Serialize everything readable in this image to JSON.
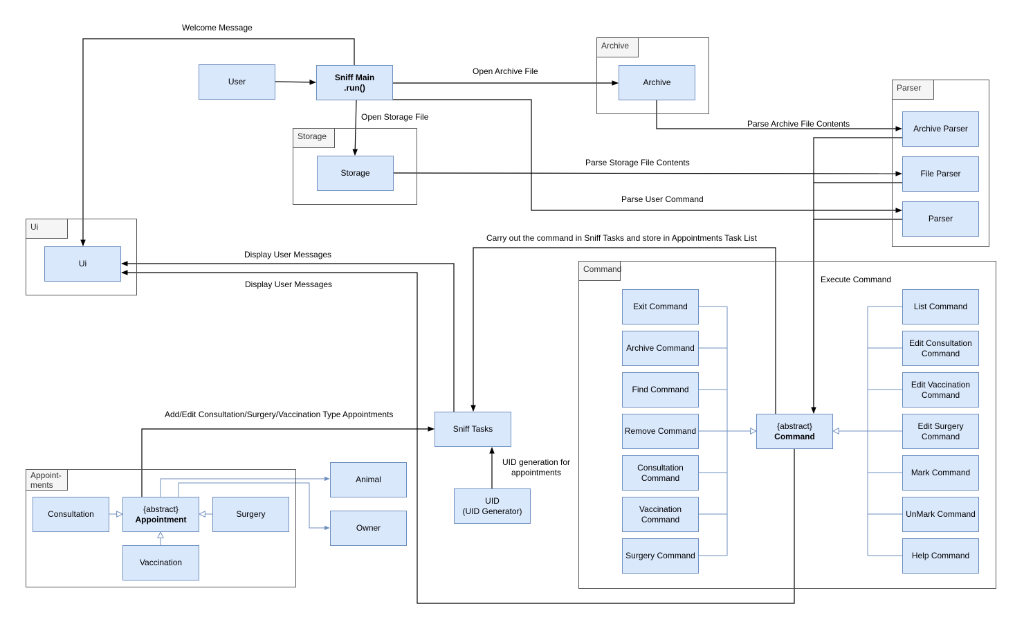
{
  "packages": {
    "archive": "Archive",
    "parser": "Parser",
    "storage": "Storage",
    "ui": "Ui",
    "command": "Command",
    "appointments": "Appoint-\nments"
  },
  "nodes": {
    "user": "User",
    "sniff_main": "Sniff Main\n.run()",
    "archive": "Archive",
    "storage": "Storage",
    "archive_parser": "Archive Parser",
    "file_parser": "File Parser",
    "parser": "Parser",
    "ui": "Ui",
    "sniff_tasks": "Sniff Tasks",
    "uid": "UID\n(UID Generator)",
    "animal": "Animal",
    "owner": "Owner",
    "consultation": "Consultation",
    "appointment_stereotype": "{abstract}",
    "appointment_name": "Appointment",
    "surgery": "Surgery",
    "vaccination": "Vaccination",
    "command_stereotype": "{abstract}",
    "command_name": "Command",
    "left_commands": [
      "Exit Command",
      "Archive Command",
      "Find Command",
      "Remove Command",
      "Consultation\nCommand",
      "Vaccination\nCommand",
      "Surgery Command"
    ],
    "right_commands": [
      "List Command",
      "Edit Consultation\nCommand",
      "Edit Vaccination\nCommand",
      "Edit Surgery\nCommand",
      "Mark Command",
      "UnMark Command",
      "Help Command"
    ]
  },
  "labels": {
    "welcome": "Welcome Message",
    "open_archive": "Open Archive File",
    "open_storage": "Open Storage File",
    "parse_archive": "Parse Archive File Contents",
    "parse_storage": "Parse Storage File Contents",
    "parse_user": "Parse User Command",
    "carry_out": "Carry out the command in Sniff Tasks and store in Appointments Task List",
    "display1": "Display User Messages",
    "display2": "Display User Messages",
    "execute": "Execute Command",
    "add_edit": "Add/Edit Consultation/Surgery/Vaccination Type Appointments",
    "uid_gen": "UID generation for\nappointments"
  },
  "colors": {
    "box_fill": "#dae8fc",
    "box_stroke": "#6c8ebf",
    "arrow": "#000000",
    "inherit_line": "#6c8ebf"
  }
}
